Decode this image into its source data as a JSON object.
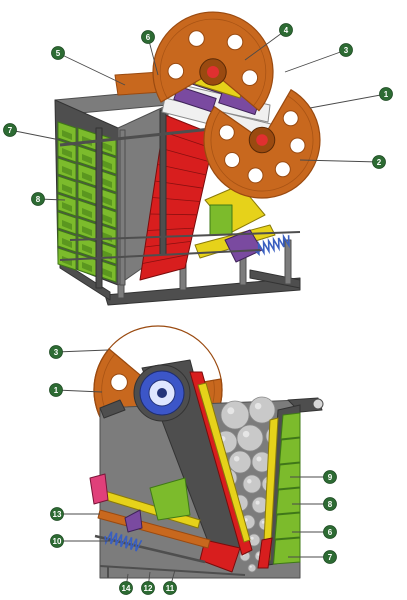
{
  "colors": {
    "callout_fill": "#2d6b33",
    "callout_text": "#ffffff",
    "leader_line": "#4a4a4a",
    "flywheel": "#c8681e",
    "flywheel_dark": "#9a4a10",
    "frame_gray": "#7c7c7c",
    "frame_dark": "#4e4e4e",
    "jaw_red": "#d81e1e",
    "liner_green": "#7cbb2c",
    "liner_dark": "#3f7a16",
    "shaft_white": "#f0f0f0",
    "bearing_purple": "#7a4aa0",
    "toggle_yellow": "#e6d21a",
    "spring_blue": "#3a5fc0",
    "rock_gray": "#c9c9c9",
    "eccentric_blue": "#3c56c8"
  },
  "top_view": {
    "callouts": [
      {
        "id": "1",
        "label": "1"
      },
      {
        "id": "2",
        "label": "2"
      },
      {
        "id": "3",
        "label": "3"
      },
      {
        "id": "4",
        "label": "4"
      },
      {
        "id": "5",
        "label": "5"
      },
      {
        "id": "6",
        "label": "6"
      },
      {
        "id": "7",
        "label": "7"
      },
      {
        "id": "8",
        "label": "8"
      }
    ]
  },
  "bottom_view": {
    "callouts": [
      {
        "id": "3",
        "label": "3"
      },
      {
        "id": "1",
        "label": "1"
      },
      {
        "id": "9",
        "label": "9"
      },
      {
        "id": "8",
        "label": "8"
      },
      {
        "id": "6",
        "label": "6"
      },
      {
        "id": "7",
        "label": "7"
      },
      {
        "id": "13",
        "label": "13"
      },
      {
        "id": "10",
        "label": "10"
      },
      {
        "id": "14",
        "label": "14"
      },
      {
        "id": "12",
        "label": "12"
      },
      {
        "id": "11",
        "label": "11"
      }
    ]
  }
}
